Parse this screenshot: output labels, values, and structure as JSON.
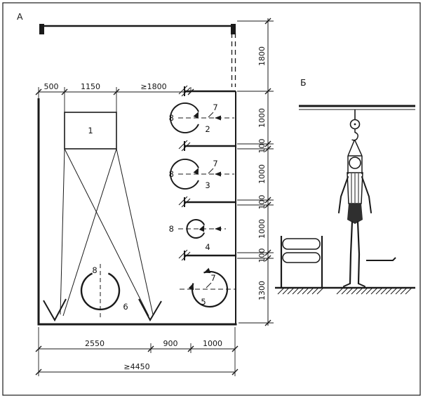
{
  "sections": {
    "plan_label": "A",
    "elevation_label": "Б"
  },
  "dimensions": {
    "top": [
      "500",
      "1150",
      "≥1800"
    ],
    "right": [
      "1800",
      "1000",
      "100",
      "1000",
      "100",
      "1000",
      "100",
      "1300"
    ],
    "bottom": [
      "2550",
      "900",
      "1000"
    ],
    "overall": "≥4450"
  },
  "part_labels": {
    "apparatus": "1",
    "device_2": "2",
    "device_3": "3",
    "device_4": "4",
    "device_5": "5",
    "ring_6": "6",
    "drum_7_a": "7",
    "drum_7_b": "7",
    "drum_7_c": "7",
    "axis_8_ring": "8",
    "axis_8_a": "8",
    "axis_8_b": "8",
    "axis_8_c": "8"
  }
}
